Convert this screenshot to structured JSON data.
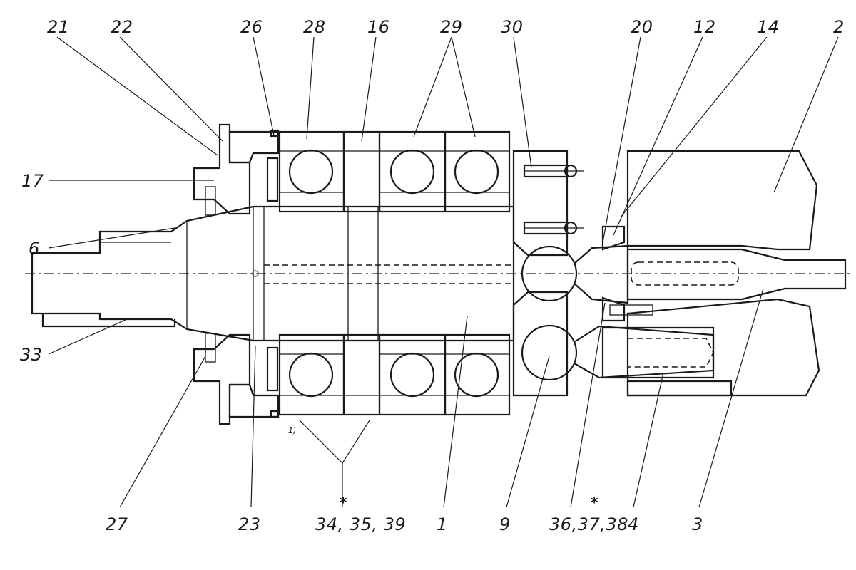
{
  "diagram": {
    "part_labels": [
      {
        "id": "21",
        "text": "21"
      },
      {
        "id": "22",
        "text": "22"
      },
      {
        "id": "26",
        "text": "26"
      },
      {
        "id": "28",
        "text": "28"
      },
      {
        "id": "16",
        "text": "16"
      },
      {
        "id": "29",
        "text": "29"
      },
      {
        "id": "30",
        "text": "30"
      },
      {
        "id": "20",
        "text": "20"
      },
      {
        "id": "12",
        "text": "12"
      },
      {
        "id": "14",
        "text": "14"
      },
      {
        "id": "2",
        "text": "2"
      },
      {
        "id": "17",
        "text": "17"
      },
      {
        "id": "6",
        "text": "6"
      },
      {
        "id": "33",
        "text": "33"
      },
      {
        "id": "27",
        "text": "27"
      },
      {
        "id": "23",
        "text": "23"
      },
      {
        "id": "34-35-39",
        "text": "34, 35, 39"
      },
      {
        "id": "1",
        "text": "1"
      },
      {
        "id": "9",
        "text": "9"
      },
      {
        "id": "36-37-38",
        "text": "36,37,38"
      },
      {
        "id": "4",
        "text": "4"
      },
      {
        "id": "3",
        "text": "3"
      }
    ],
    "asterisk_mark": "*",
    "footnote_mark": "1)"
  }
}
